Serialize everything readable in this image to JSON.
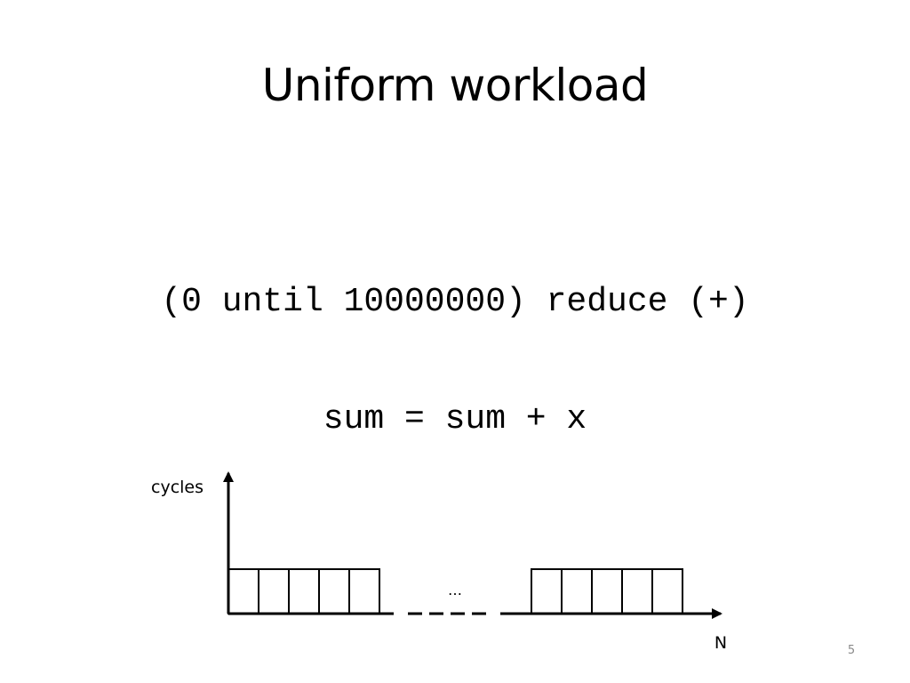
{
  "slide": {
    "title": "Uniform workload",
    "code_line_1": "(0 until 10000000) reduce (+)",
    "code_line_2": "sum = sum + x",
    "page_number": "5"
  },
  "diagram": {
    "y_axis_label": "cycles",
    "x_axis_label": "N",
    "ellipsis": "…",
    "left_block_count": 5,
    "right_block_count": 5,
    "colors": {
      "stroke": "#000000",
      "background": "#ffffff"
    }
  }
}
